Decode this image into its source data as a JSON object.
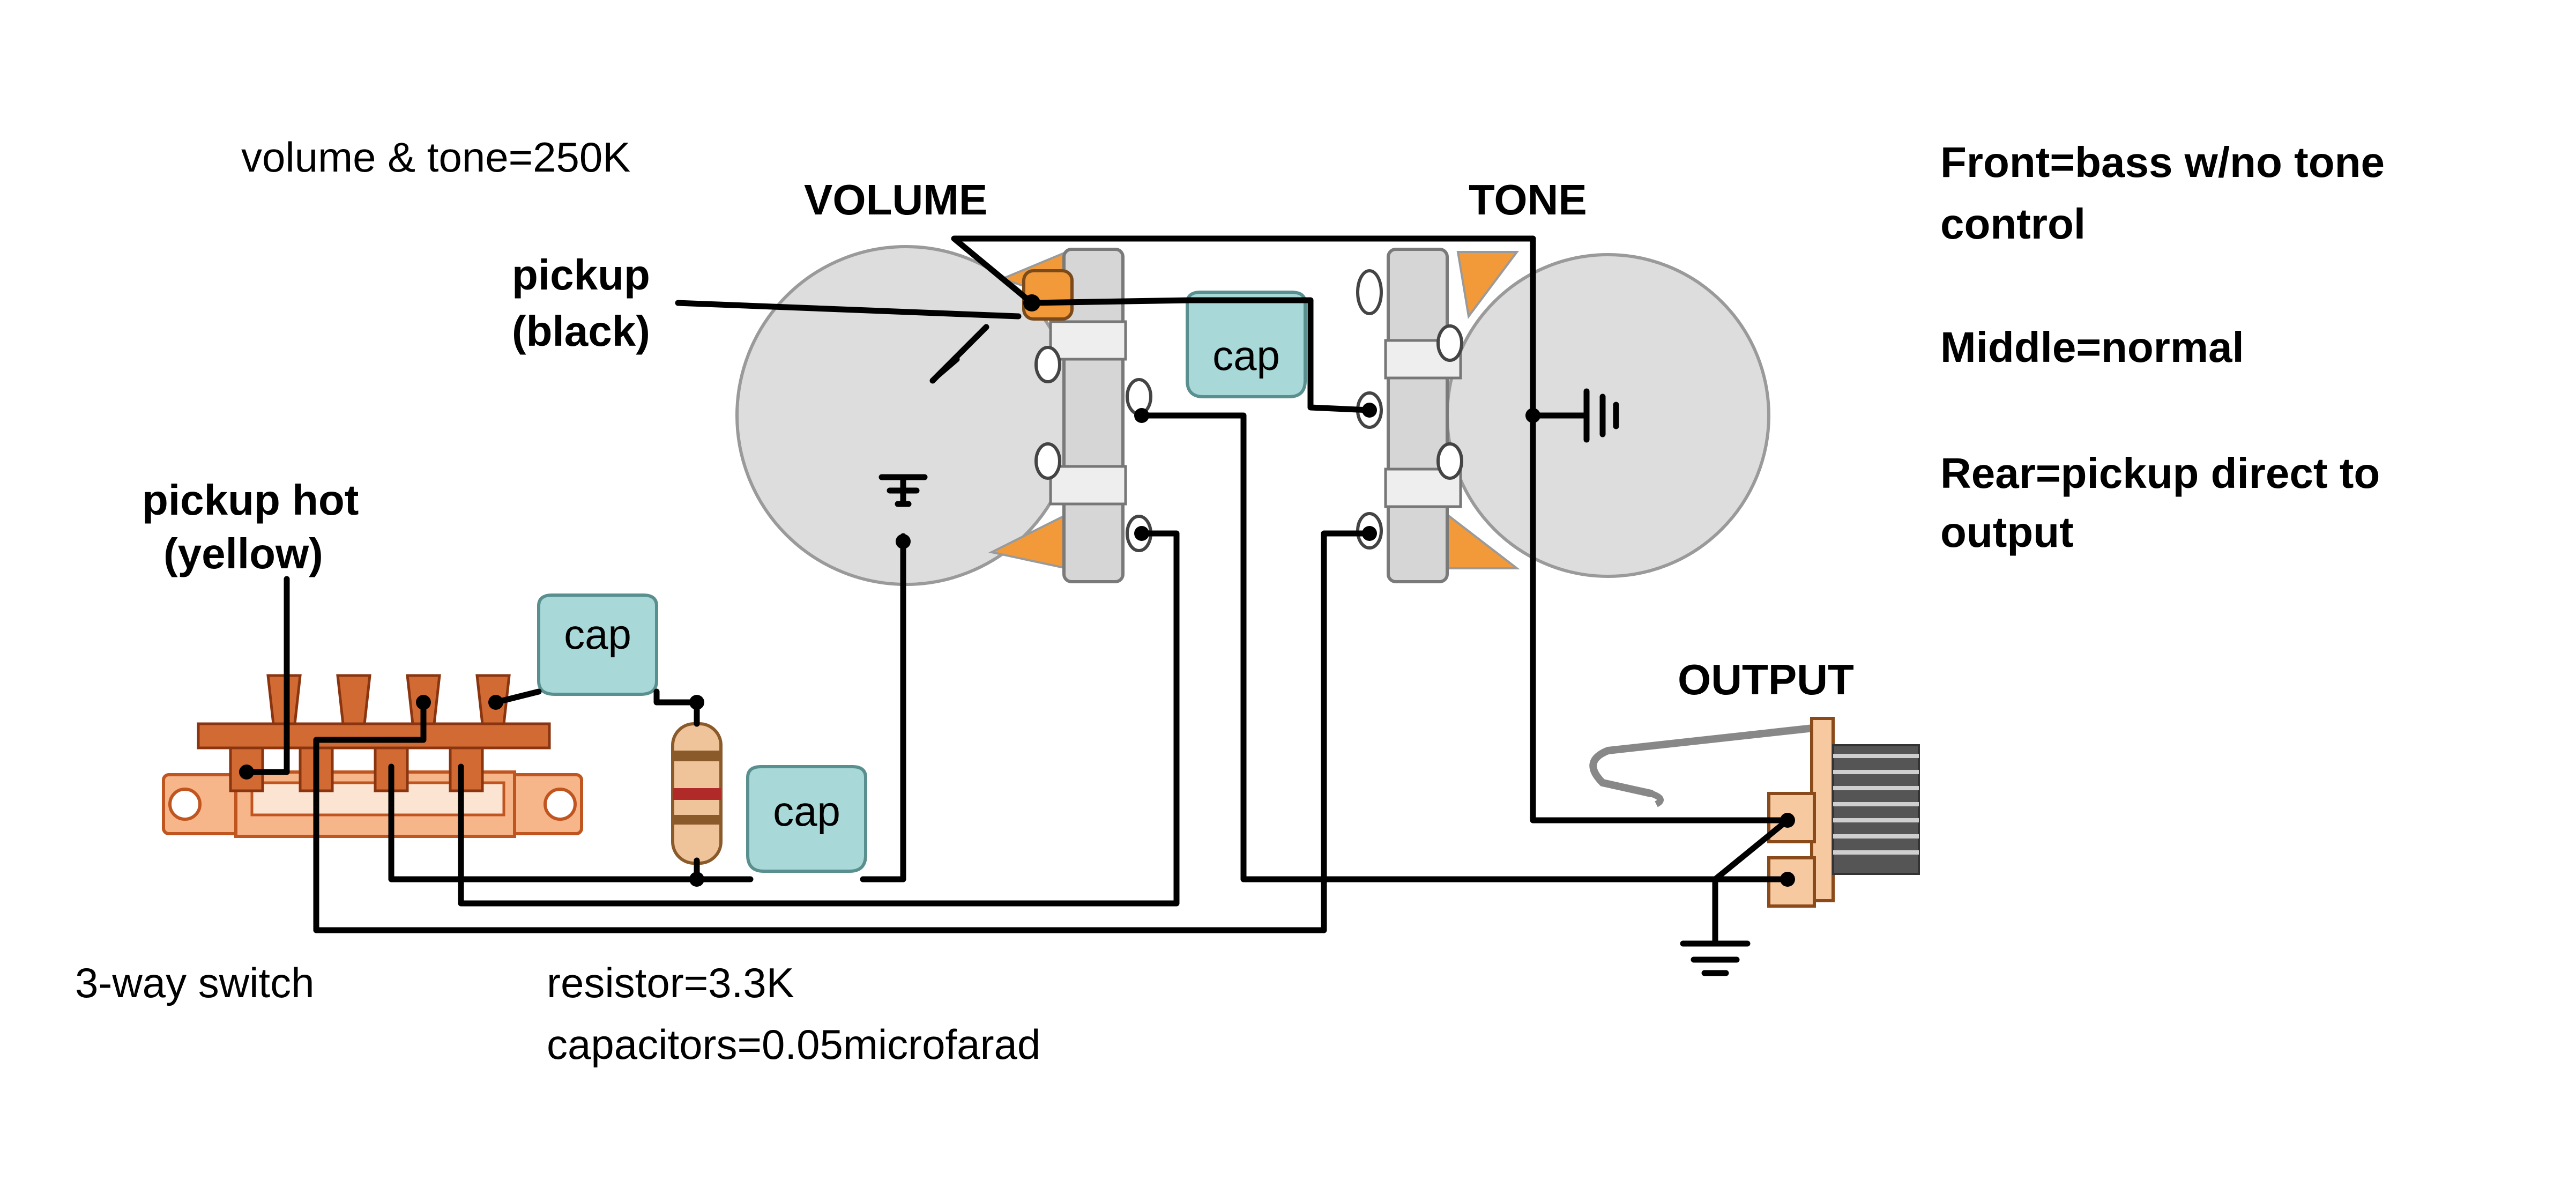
{
  "labels": {
    "volume_tone_value": "volume & tone=250K",
    "volume": "VOLUME",
    "tone": "TONE",
    "pickup_line1": "pickup",
    "pickup_line2": "(black)",
    "pickup_hot_line1": "pickup hot",
    "pickup_hot_line2": "(yellow)",
    "cap": "cap",
    "output": "OUTPUT",
    "switch_name": "3-way switch",
    "resistor_value": "resistor=3.3K",
    "capacitor_value": "capacitors=0.05microfarad"
  },
  "notes": {
    "front_line1": "Front=bass w/no tone",
    "front_line2": "control",
    "middle": "Middle=normal",
    "rear_line1": "Rear=pickup direct to",
    "rear_line2": "output"
  },
  "colors": {
    "pot_face": "#dddddd",
    "lug_orange": "#f29a3a",
    "capacitor": "#a8d8d8",
    "switch": "#f7b58a",
    "wire": "#000000"
  }
}
